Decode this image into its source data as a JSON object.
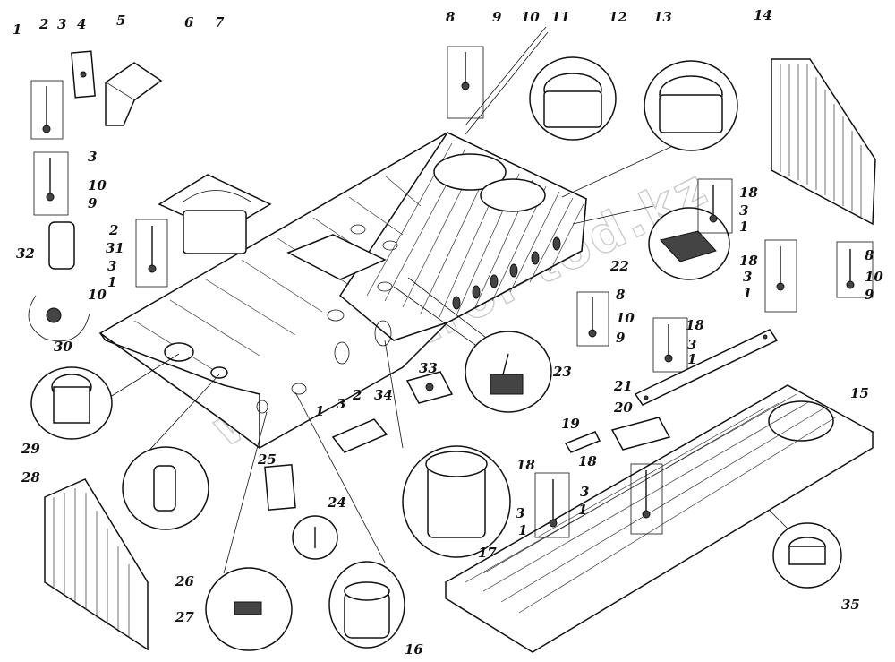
{
  "watermark": "www.altrol-tod.kz",
  "callouts": [
    {
      "key": "c1a",
      "text": "1"
    },
    {
      "key": "c2a",
      "text": "2"
    },
    {
      "key": "c3a",
      "text": "3"
    },
    {
      "key": "c4",
      "text": "4"
    },
    {
      "key": "c5",
      "text": "5"
    },
    {
      "key": "c6",
      "text": "6"
    },
    {
      "key": "c7",
      "text": "7"
    },
    {
      "key": "c8a",
      "text": "8"
    },
    {
      "key": "c9a",
      "text": "9"
    },
    {
      "key": "c10a",
      "text": "10"
    },
    {
      "key": "c11",
      "text": "11"
    },
    {
      "key": "c12",
      "text": "12"
    },
    {
      "key": "c13",
      "text": "13"
    },
    {
      "key": "c14",
      "text": "14"
    },
    {
      "key": "c3b",
      "text": "3"
    },
    {
      "key": "c10b",
      "text": "10"
    },
    {
      "key": "c9b",
      "text": "9"
    },
    {
      "key": "c32",
      "text": "32"
    },
    {
      "key": "c2b",
      "text": "2"
    },
    {
      "key": "c31",
      "text": "31"
    },
    {
      "key": "c3c",
      "text": "3"
    },
    {
      "key": "c1b",
      "text": "1"
    },
    {
      "key": "c10c",
      "text": "10"
    },
    {
      "key": "c30",
      "text": "30"
    },
    {
      "key": "c18a",
      "text": "18"
    },
    {
      "key": "c3d",
      "text": "3"
    },
    {
      "key": "c1c",
      "text": "1"
    },
    {
      "key": "c22",
      "text": "22"
    },
    {
      "key": "c18b",
      "text": "18"
    },
    {
      "key": "c3e",
      "text": "3"
    },
    {
      "key": "c1d",
      "text": "1"
    },
    {
      "key": "c8b",
      "text": "8"
    },
    {
      "key": "c10d",
      "text": "10"
    },
    {
      "key": "c9c",
      "text": "9"
    },
    {
      "key": "c8c",
      "text": "8"
    },
    {
      "key": "c10e",
      "text": "10"
    },
    {
      "key": "c9d",
      "text": "9"
    },
    {
      "key": "c18c",
      "text": "18"
    },
    {
      "key": "c3f",
      "text": "3"
    },
    {
      "key": "c1e",
      "text": "1"
    },
    {
      "key": "c23",
      "text": "23"
    },
    {
      "key": "c33",
      "text": "33"
    },
    {
      "key": "c21",
      "text": "21"
    },
    {
      "key": "c2c",
      "text": "2"
    },
    {
      "key": "c1f",
      "text": "1"
    },
    {
      "key": "c3g",
      "text": "3"
    },
    {
      "key": "c34",
      "text": "34"
    },
    {
      "key": "c29",
      "text": "29"
    },
    {
      "key": "c28",
      "text": "28"
    },
    {
      "key": "c15",
      "text": "15"
    },
    {
      "key": "c20",
      "text": "20"
    },
    {
      "key": "c19",
      "text": "19"
    },
    {
      "key": "c18d",
      "text": "18"
    },
    {
      "key": "c3h",
      "text": "3"
    },
    {
      "key": "c1g",
      "text": "1"
    },
    {
      "key": "c18e",
      "text": "18"
    },
    {
      "key": "c3i",
      "text": "3"
    },
    {
      "key": "c1h",
      "text": "1"
    },
    {
      "key": "c25",
      "text": "25"
    },
    {
      "key": "c24",
      "text": "24"
    },
    {
      "key": "c17",
      "text": "17"
    },
    {
      "key": "c35",
      "text": "35"
    },
    {
      "key": "c26",
      "text": "26"
    },
    {
      "key": "c27",
      "text": "27"
    },
    {
      "key": "c16",
      "text": "16"
    }
  ]
}
